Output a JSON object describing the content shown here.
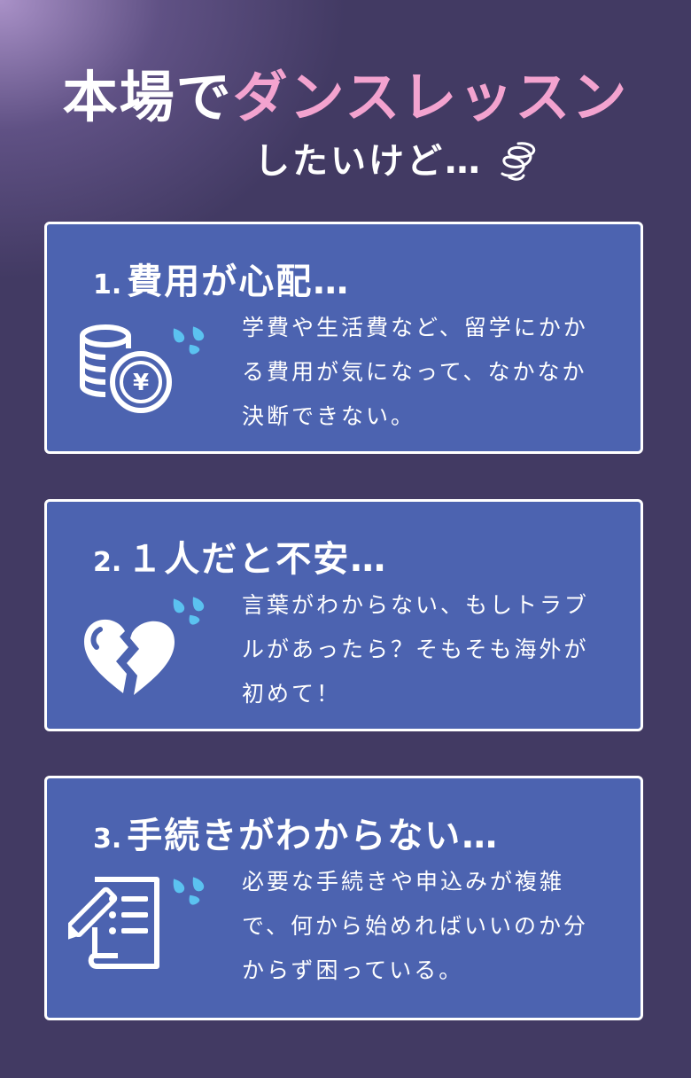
{
  "headline": {
    "part1": "本場で",
    "part2": "ダンスレッスン",
    "sub": "したいけど…"
  },
  "colors": {
    "background": "#423a63",
    "card": "#4c63b0",
    "accent_pink": "#f3a3cf",
    "drop_blue": "#5bc2f0"
  },
  "cards": [
    {
      "number": "1.",
      "title": "費用が心配…",
      "body": "学費や生活費など、留学にかかる費用が気になって、なかなか決断できない。",
      "icon": "coins-yen-icon"
    },
    {
      "number": "2.",
      "title": "１人だと不安…",
      "body": "言葉がわからない、もしトラブルがあったら？そもそも海外が初めて！",
      "icon": "broken-heart-icon"
    },
    {
      "number": "3.",
      "title": "手続きがわからない…",
      "body": "必要な手続きや申込みが複雑で、何から始めればいいのか分からず困っている。",
      "icon": "document-pen-icon"
    }
  ]
}
